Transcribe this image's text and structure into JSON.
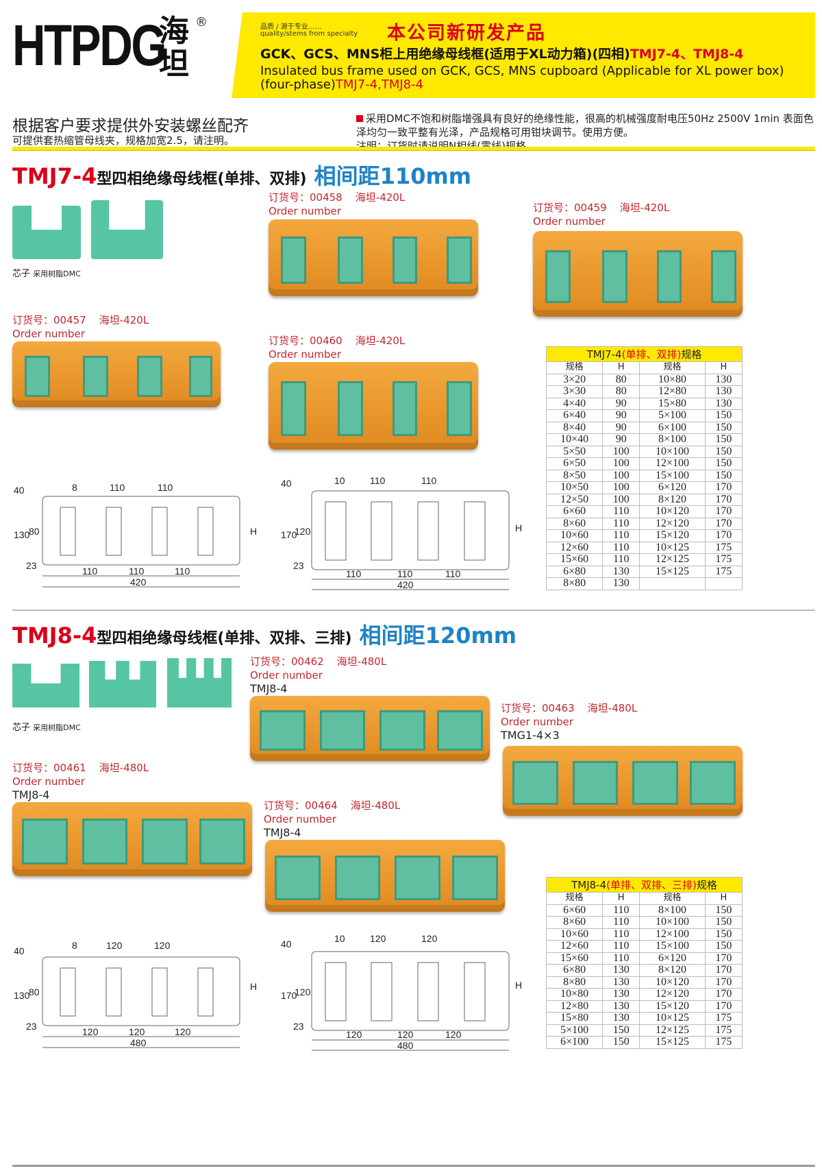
{
  "header": {
    "logo_latin": "HTPDG",
    "logo_cn": "海坦",
    "registered": "®",
    "tagline_cn": "品质 / 源于专业……",
    "tagline_en": "quality/stems from specialty",
    "new_product": "本公司新研发产品",
    "title_cn": "GCK、GCS、MNS柜上用绝缘母线框(适用于XL动力箱)(四相)",
    "title_cn_models": "TMJ7-4、TMJ8-4",
    "title_en": "Insulated bus frame used on GCK, GCS, MNS cupboard (Applicable for XL power box) (four-phase)",
    "title_en_models": "TMJ7-4,TMJ8-4"
  },
  "intro": {
    "line1": "根据客户要求提供外安装螺丝配齐",
    "line2": "可提供套热缩管母线夹，规格加宽2.5，请注明。",
    "desc1": "采用DMC不饱和树脂增强具有良好的绝缘性能，很高的机械强度耐电压50Hz 2500V 1min 表面色泽均匀一致平整有光泽，产品规格可用钳块调节。使用方便。",
    "desc2": "注明：订货时请说明N相线(零线)规格。"
  },
  "sections": [
    {
      "model": "TMJ7-4",
      "title": "型四相绝缘母线框(单排、双排)",
      "spacing": "相间距110mm",
      "core_label": "芯子",
      "core_material": "采用树脂DMC",
      "items": [
        {
          "order_label": "订货号：00458",
          "spec": "海坦-420L",
          "order_en": "Order number",
          "model_line": ""
        },
        {
          "order_label": "订货号：00459",
          "spec": "海坦-420L",
          "order_en": "Order number",
          "model_line": ""
        },
        {
          "order_label": "订货号：00457",
          "spec": "海坦-420L",
          "order_en": "Order number",
          "model_line": ""
        },
        {
          "order_label": "订货号：00460",
          "spec": "海坦-420L",
          "order_en": "Order number",
          "model_line": ""
        }
      ],
      "drawing_a": {
        "top": [
          "8",
          "110",
          "110"
        ],
        "left": [
          "40",
          "130",
          "80",
          "23"
        ],
        "bottom": [
          "110",
          "110",
          "110"
        ],
        "total": "420",
        "h": "H"
      },
      "drawing_b": {
        "top": [
          "10",
          "110",
          "110"
        ],
        "left": [
          "40",
          "170",
          "120",
          "23"
        ],
        "bottom": [
          "110",
          "110",
          "110"
        ],
        "total": "420",
        "h": "H"
      },
      "table": {
        "title_model": "TMJ7-4",
        "title_rows": "(单排、双排)",
        "title_suffix": "规格",
        "headers": [
          "规格",
          "H",
          "规格",
          "H"
        ],
        "rows": [
          [
            "3×20",
            "80",
            "10×80",
            "130"
          ],
          [
            "3×30",
            "80",
            "12×80",
            "130"
          ],
          [
            "4×40",
            "90",
            "15×80",
            "130"
          ],
          [
            "6×40",
            "90",
            "5×100",
            "150"
          ],
          [
            "8×40",
            "90",
            "6×100",
            "150"
          ],
          [
            "10×40",
            "90",
            "8×100",
            "150"
          ],
          [
            "5×50",
            "100",
            "10×100",
            "150"
          ],
          [
            "6×50",
            "100",
            "12×100",
            "150"
          ],
          [
            "8×50",
            "100",
            "15×100",
            "150"
          ],
          [
            "10×50",
            "100",
            "6×120",
            "170"
          ],
          [
            "12×50",
            "100",
            "8×120",
            "170"
          ],
          [
            "6×60",
            "110",
            "10×120",
            "170"
          ],
          [
            "8×60",
            "110",
            "12×120",
            "170"
          ],
          [
            "10×60",
            "110",
            "15×120",
            "170"
          ],
          [
            "12×60",
            "110",
            "10×125",
            "175"
          ],
          [
            "15×60",
            "110",
            "12×125",
            "175"
          ],
          [
            "6×80",
            "130",
            "15×125",
            "175"
          ],
          [
            "8×80",
            "130",
            "",
            ""
          ]
        ]
      }
    },
    {
      "model": "TMJ8-4",
      "title": "型四相绝缘母线框(单排、双排、三排)",
      "spacing": "相间距120mm",
      "core_label": "芯子",
      "core_material": "采用树脂DMC",
      "items": [
        {
          "order_label": "订货号：00462",
          "spec": "海坦-480L",
          "order_en": "Order number",
          "model_line": "TMJ8-4"
        },
        {
          "order_label": "订货号：00463",
          "spec": "海坦-480L",
          "order_en": "Order number",
          "model_line": "TMG1-4×3"
        },
        {
          "order_label": "订货号：00461",
          "spec": "海坦-480L",
          "order_en": "Order number",
          "model_line": "TMJ8-4"
        },
        {
          "order_label": "订货号：00464",
          "spec": "海坦-480L",
          "order_en": "Order number",
          "model_line": "TMJ8-4"
        }
      ],
      "drawing_a": {
        "top": [
          "8",
          "120",
          "120"
        ],
        "left": [
          "40",
          "130",
          "80",
          "23"
        ],
        "bottom": [
          "120",
          "120",
          "120"
        ],
        "total": "480",
        "h": "H"
      },
      "drawing_b": {
        "top": [
          "10",
          "120",
          "120"
        ],
        "left": [
          "40",
          "170",
          "120",
          "23"
        ],
        "bottom": [
          "120",
          "120",
          "120"
        ],
        "total": "480",
        "h": "H"
      },
      "table": {
        "title_model": "TMJ8-4",
        "title_rows": "(单排、双排、三排)",
        "title_suffix": "规格",
        "headers": [
          "规格",
          "H",
          "规格",
          "H"
        ],
        "rows": [
          [
            "6×60",
            "110",
            "8×100",
            "150"
          ],
          [
            "8×60",
            "110",
            "10×100",
            "150"
          ],
          [
            "10×60",
            "110",
            "12×100",
            "150"
          ],
          [
            "12×60",
            "110",
            "15×100",
            "150"
          ],
          [
            "15×60",
            "110",
            "6×120",
            "170"
          ],
          [
            "6×80",
            "130",
            "8×120",
            "170"
          ],
          [
            "8×80",
            "130",
            "10×120",
            "170"
          ],
          [
            "10×80",
            "130",
            "12×120",
            "170"
          ],
          [
            "12×80",
            "130",
            "15×120",
            "170"
          ],
          [
            "15×80",
            "130",
            "10×125",
            "175"
          ],
          [
            "5×100",
            "150",
            "12×125",
            "175"
          ],
          [
            "6×100",
            "150",
            "15×125",
            "175"
          ]
        ]
      }
    }
  ],
  "colors": {
    "accent": "#d9001b",
    "blue": "#1e83c6",
    "yellow": "#ffe900",
    "frame": "#eb9a2e",
    "core": "#5fbfa0"
  }
}
